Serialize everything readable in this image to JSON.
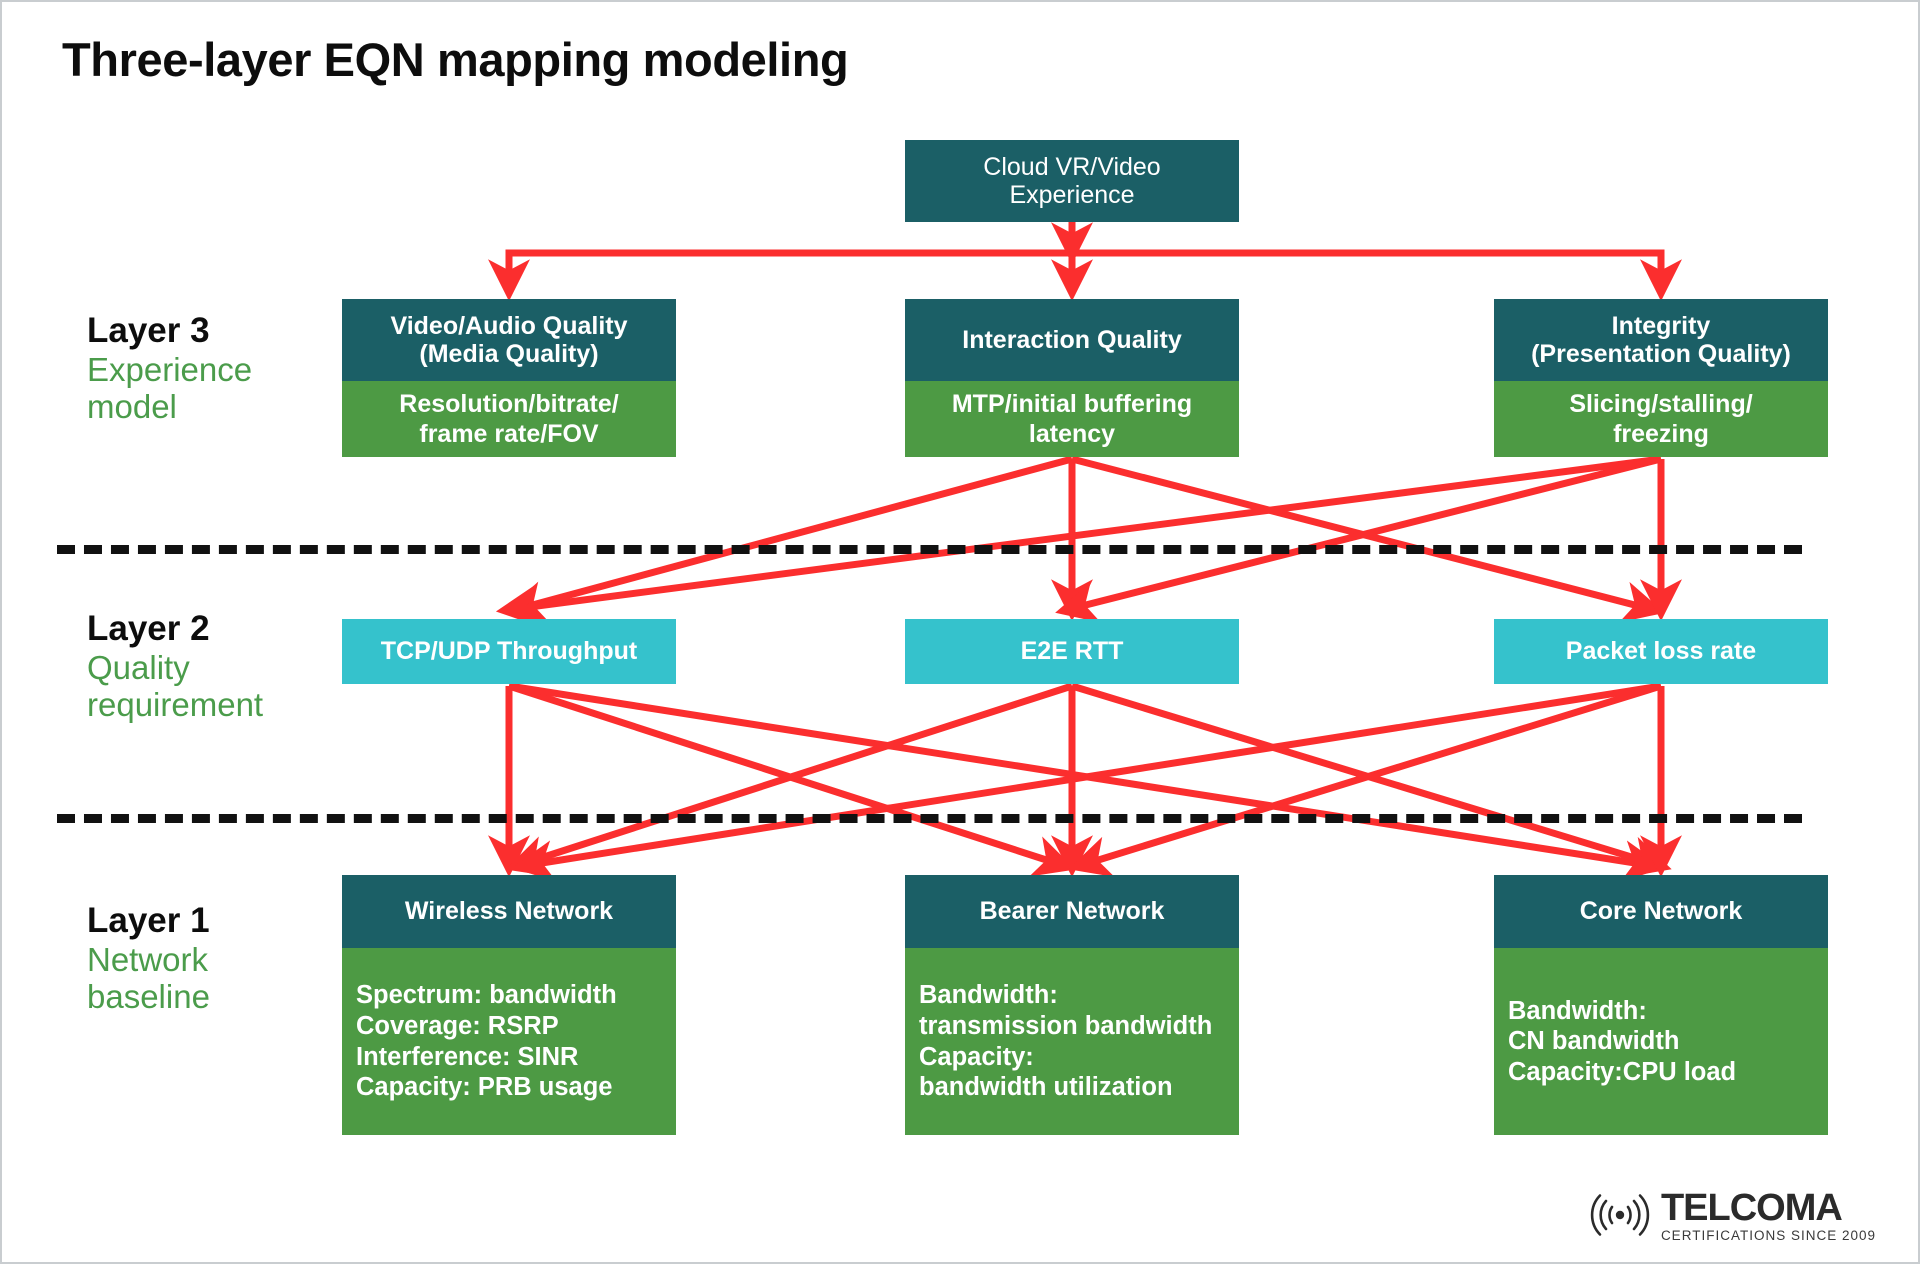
{
  "title": "Three-layer EQN mapping modeling",
  "colors": {
    "teal_header": "#1b5f66",
    "green_body": "#4d9a44",
    "cyan_box": "#35c2cc",
    "arrow_red": "#fb2e2e",
    "label_green": "#4b9c4b",
    "divider_black": "#111111",
    "background": "#ffffff"
  },
  "root": {
    "label": "Cloud VR/Video\nExperience",
    "line1": "Cloud VR/Video",
    "line2": "Experience"
  },
  "layers": [
    {
      "id": "layer3",
      "number": "Layer 3",
      "subtitle": "Experience\nmodel",
      "subtitle_line1": "Experience",
      "subtitle_line2": "model",
      "nodes": [
        {
          "id": "media-quality",
          "header": "Video/Audio Quality\n(Media Quality)",
          "header_line1": "Video/Audio Quality",
          "header_line2": "(Media Quality)",
          "body": "Resolution/bitrate/\nframe rate/FOV",
          "body_line1": "Resolution/bitrate/",
          "body_line2": "frame rate/FOV"
        },
        {
          "id": "interaction-quality",
          "header": "Interaction Quality",
          "header_line1": "Interaction Quality",
          "header_line2": "",
          "body": "MTP/initial buffering\nlatency",
          "body_line1": "MTP/initial buffering",
          "body_line2": "latency"
        },
        {
          "id": "integrity",
          "header": "Integrity\n(Presentation Quality)",
          "header_line1": "Integrity",
          "header_line2": "(Presentation Quality)",
          "body": "Slicing/stalling/\nfreezing",
          "body_line1": "Slicing/stalling/",
          "body_line2": "freezing"
        }
      ]
    },
    {
      "id": "layer2",
      "number": "Layer 2",
      "subtitle": "Quality\nrequirement",
      "subtitle_line1": "Quality",
      "subtitle_line2": "requirement",
      "nodes": [
        {
          "id": "tcp-udp-throughput",
          "header": "TCP/UDP Throughput"
        },
        {
          "id": "e2e-rtt",
          "header": "E2E RTT"
        },
        {
          "id": "packet-loss-rate",
          "header": "Packet loss rate"
        }
      ]
    },
    {
      "id": "layer1",
      "number": "Layer 1",
      "subtitle": "Network\nbaseline",
      "subtitle_line1": "Network",
      "subtitle_line2": "baseline",
      "nodes": [
        {
          "id": "wireless-network",
          "header": "Wireless Network",
          "body_lines": [
            "Spectrum: bandwidth",
            "Coverage: RSRP",
            "Interference: SINR",
            "Capacity: PRB usage"
          ]
        },
        {
          "id": "bearer-network",
          "header": "Bearer Network",
          "body_lines": [
            "Bandwidth:",
            "transmission bandwidth",
            "Capacity:",
            "bandwidth utilization"
          ]
        },
        {
          "id": "core-network",
          "header": "Core Network",
          "body_lines": [
            "Bandwidth:",
            "CN bandwidth",
            "Capacity:CPU load"
          ]
        }
      ]
    }
  ],
  "connections": {
    "root_to_layer3": [
      {
        "from": "cloud-vr-video-experience",
        "to": "media-quality"
      },
      {
        "from": "cloud-vr-video-experience",
        "to": "interaction-quality"
      },
      {
        "from": "cloud-vr-video-experience",
        "to": "integrity"
      }
    ],
    "layer3_to_layer2": [
      {
        "from": "interaction-quality",
        "to": "tcp-udp-throughput"
      },
      {
        "from": "interaction-quality",
        "to": "e2e-rtt"
      },
      {
        "from": "interaction-quality",
        "to": "packet-loss-rate"
      },
      {
        "from": "integrity",
        "to": "tcp-udp-throughput"
      },
      {
        "from": "integrity",
        "to": "e2e-rtt"
      },
      {
        "from": "integrity",
        "to": "packet-loss-rate"
      }
    ],
    "layer2_to_layer1": [
      {
        "from": "tcp-udp-throughput",
        "to": "wireless-network"
      },
      {
        "from": "tcp-udp-throughput",
        "to": "bearer-network"
      },
      {
        "from": "tcp-udp-throughput",
        "to": "core-network"
      },
      {
        "from": "e2e-rtt",
        "to": "wireless-network"
      },
      {
        "from": "e2e-rtt",
        "to": "bearer-network"
      },
      {
        "from": "e2e-rtt",
        "to": "core-network"
      },
      {
        "from": "packet-loss-rate",
        "to": "wireless-network"
      },
      {
        "from": "packet-loss-rate",
        "to": "bearer-network"
      },
      {
        "from": "packet-loss-rate",
        "to": "core-network"
      }
    ]
  },
  "logo": {
    "brand": "TELCOMA",
    "tagline": "CERTIFICATIONS SINCE 2009",
    "icon": "wireless-signal-icon"
  }
}
